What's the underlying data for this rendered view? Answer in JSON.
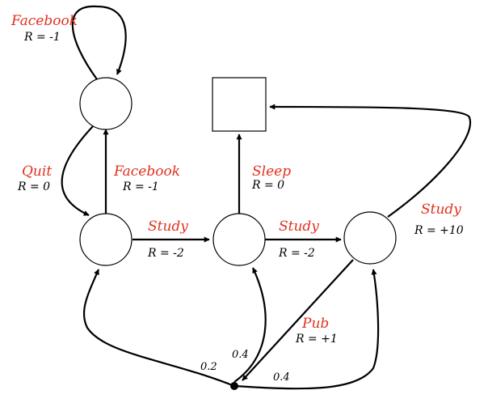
{
  "colors": {
    "action": "#e0301e",
    "text": "#000000",
    "edge": "#000000"
  },
  "actions": {
    "facebook_loop": "Facebook",
    "quit": "Quit",
    "facebook_up": "Facebook",
    "study_1": "Study",
    "study_2": "Study",
    "sleep": "Sleep",
    "study_3": "Study",
    "pub": "Pub"
  },
  "rewards": {
    "facebook_loop": "R = -1",
    "quit": "R = 0",
    "facebook_up": "R = -1",
    "study_1": "R = -2",
    "study_2": "R = -2",
    "sleep": "R = 0",
    "study_3": "R = +10",
    "pub": "R = +1"
  },
  "probabilities": {
    "to_class1": "0.2",
    "to_class2": "0.4",
    "to_class3": "0.4"
  }
}
